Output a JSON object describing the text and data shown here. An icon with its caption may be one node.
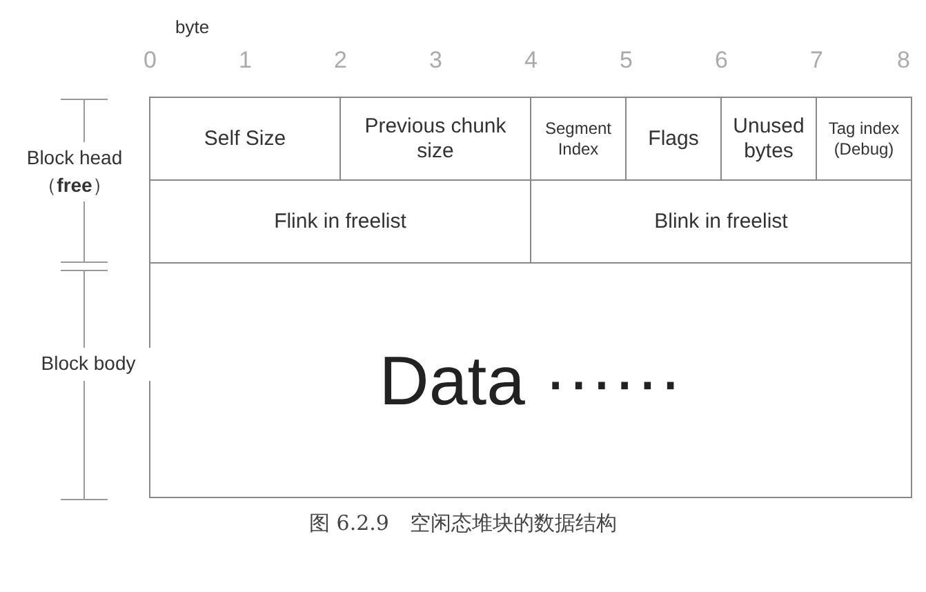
{
  "diagram": {
    "caption": "图 6.2.9　空闲态堆块的数据结构",
    "nodes": [
      {
        "text": [
          "Self Size"
        ]
      },
      {
        "text": [
          "Previous chunk size"
        ]
      },
      {
        "text": [
          "Segment Index"
        ]
      },
      {
        "text": [
          "Flags"
        ]
      },
      {
        "text": [
          "Unused bytes"
        ]
      },
      {
        "text": [
          "Tag index (Debug)"
        ]
      },
      {
        "text": [
          "Flink in freelist"
        ]
      },
      {
        "text": [
          "Blink in freelist"
        ]
      },
      {
        "text": [
          "Data ······"
        ]
      }
    ],
    "edges": [],
    "labels": [
      "byte",
      "0",
      "1",
      "2",
      "3",
      "4",
      "5",
      "6",
      "7",
      "8",
      "Block head （**free**）",
      "Block body"
    ]
  }
}
